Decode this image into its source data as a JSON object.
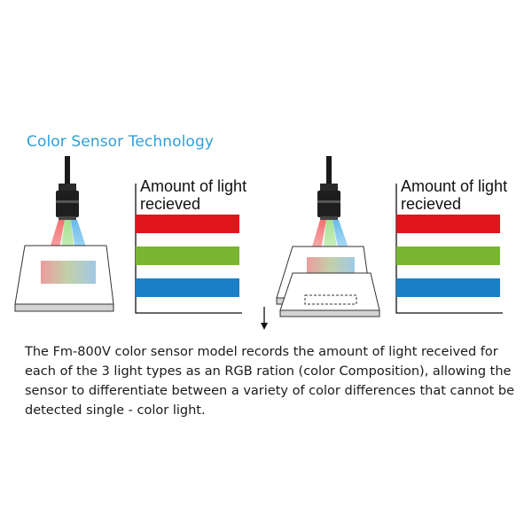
{
  "title": "Color Sensor Technology",
  "left_panel": {
    "chart_label_line1": "Amount of light",
    "chart_label_line2": "recieved"
  },
  "right_panel": {
    "chart_label_line1": "Amount of light",
    "chart_label_line2": "recieved"
  },
  "bars": [
    {
      "name": "red-bar",
      "color": "#e0141b"
    },
    {
      "name": "green-bar",
      "color": "#7ab531"
    },
    {
      "name": "blue-bar",
      "color": "#1a7fc4"
    }
  ],
  "icons": {
    "sensor": "color-sensor-icon",
    "arrow": "arrow-down-icon"
  },
  "description": "The Fm-800V color sensor model records the amount of light received for each of the 3 light types as an RGB ration (color Composition), allowing the sensor to differentiate between a variety of color differences that cannot be detected single - color light."
}
